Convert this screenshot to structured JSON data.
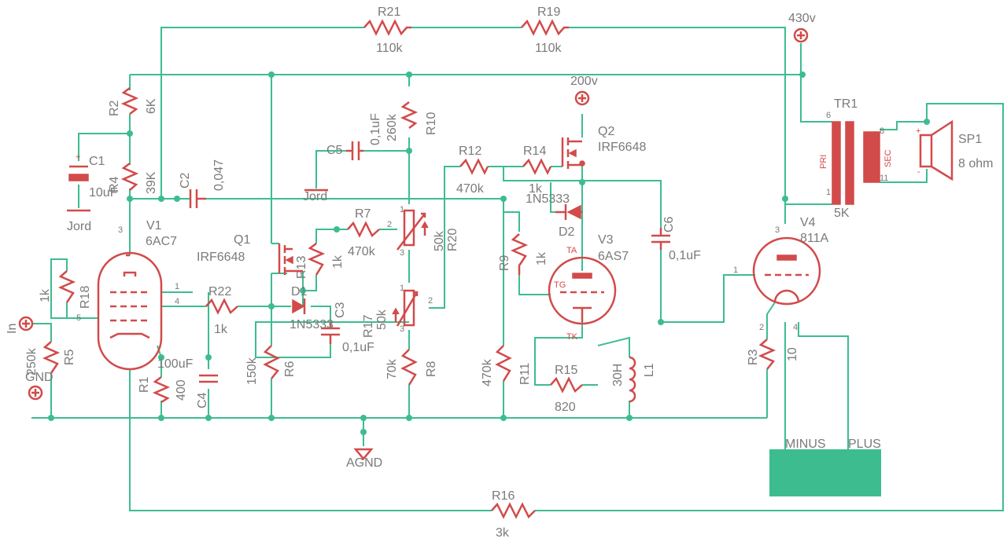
{
  "components": {
    "R21": {
      "name": "R21",
      "value": "110k"
    },
    "R19": {
      "name": "R19",
      "value": "110k"
    },
    "R2": {
      "name": "R2",
      "value": "6K"
    },
    "R4": {
      "name": "R4",
      "value": "39K"
    },
    "C1": {
      "name": "C1",
      "value": "10uF"
    },
    "C2": {
      "name": "C2",
      "value": "0,047"
    },
    "C5": {
      "name": "C5",
      "value": "0,1uF"
    },
    "R10": {
      "name": "R10",
      "value": "260k"
    },
    "R12": {
      "name": "R12",
      "value": "470k"
    },
    "R14": {
      "name": "R14",
      "value": "1k"
    },
    "Q2": {
      "name": "Q2",
      "value": "IRF6648"
    },
    "TR1": {
      "name": "TR1",
      "pri": "PRI",
      "sec": "SEC",
      "value": "5K"
    },
    "SP1": {
      "name": "SP1",
      "value": "8 ohm"
    },
    "V1": {
      "name": "V1",
      "value": "6AC7"
    },
    "Q1": {
      "name": "Q1",
      "value": "IRF6648"
    },
    "R13": {
      "name": "R13",
      "value": "1k"
    },
    "R7": {
      "name": "R7",
      "value": "470k"
    },
    "R20": {
      "name": "R20",
      "value": "50k"
    },
    "D2": {
      "name": "D2",
      "value": "1N5333"
    },
    "C6": {
      "name": "C6",
      "value": "0,1uF"
    },
    "V4": {
      "name": "V4",
      "value": "811A"
    },
    "R18": {
      "name": "R18",
      "value": "1k"
    },
    "R5": {
      "name": "R5",
      "value": "250k"
    },
    "R22": {
      "name": "R22",
      "value": "1k"
    },
    "D1": {
      "name": "D1",
      "value": "1N5333"
    },
    "C3": {
      "name": "C3",
      "value": "0,1uF"
    },
    "R17": {
      "name": "R17",
      "value": "50k"
    },
    "R9": {
      "name": "R9",
      "value": "1k"
    },
    "V3": {
      "name": "V3",
      "value": "6AS7"
    },
    "R1": {
      "name": "R1",
      "value": "400"
    },
    "C4": {
      "name": "C4",
      "value": "100uF"
    },
    "R6": {
      "name": "R6",
      "value": "150k"
    },
    "R8": {
      "name": "R8",
      "value": "70k"
    },
    "R11": {
      "name": "R11",
      "value": "470k"
    },
    "R15": {
      "name": "R15",
      "value": "820"
    },
    "L1": {
      "name": "L1",
      "value": "30H"
    },
    "R3": {
      "name": "R3",
      "value": "10"
    },
    "R16": {
      "name": "R16",
      "value": "3k"
    }
  },
  "supplies": {
    "v430": "430v",
    "v200": "200v",
    "in": "In",
    "gnd": "GND",
    "agnd": "AGND",
    "jord": "Jord"
  },
  "pins": {
    "p1": "1",
    "p2": "2",
    "p3": "3",
    "p4": "4",
    "p5": "5",
    "p6": "6",
    "p8": "8",
    "p11": "11",
    "ta": "TA",
    "tg": "TG",
    "tk": "TK",
    "plus": "+",
    "minus": "-"
  },
  "battery": {
    "minus": "MINUS",
    "plus": "PLUS",
    "color": "#3dbd8f"
  },
  "colors": {
    "wire": "#3dbd8f",
    "symbol": "#d24a4a",
    "label": "#7a7a7a"
  }
}
